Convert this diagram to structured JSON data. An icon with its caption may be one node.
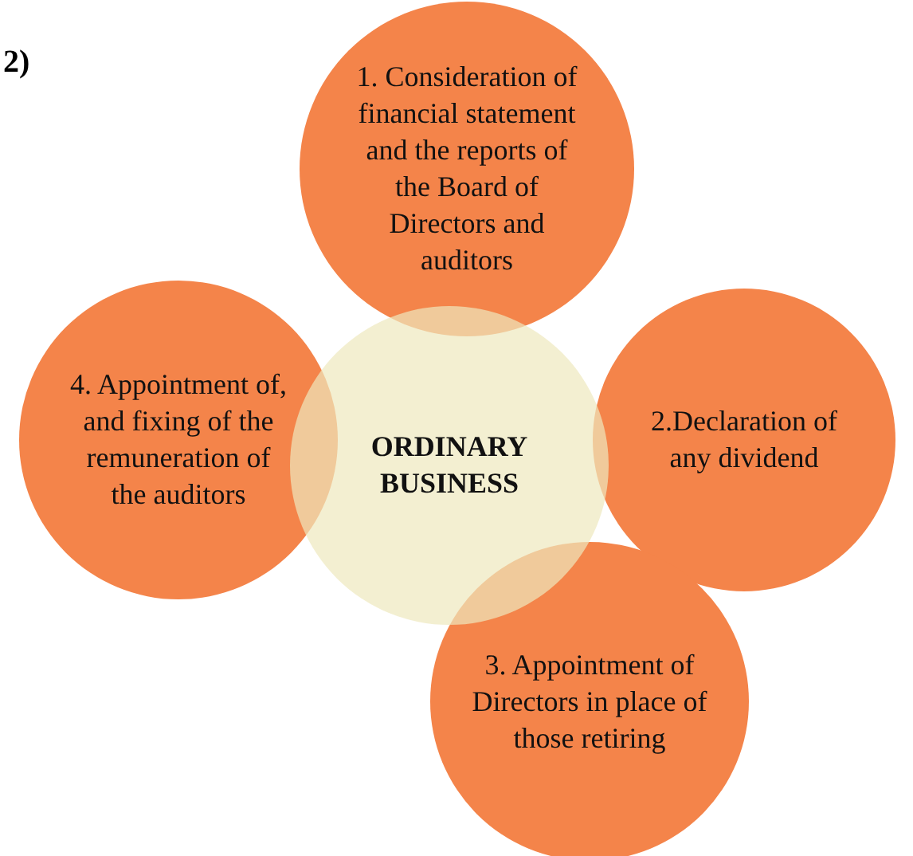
{
  "diagram": {
    "nodes": [
      {
        "text": [
          "ORDINARY BUSINESS"
        ]
      },
      {
        "text": [
          "1. Consideration of financial statement and the reports of the Board of Directors and auditors"
        ]
      },
      {
        "text": [
          "2.Declaration of any dividend"
        ]
      },
      {
        "text": [
          "3. Appointment of Directors in place of those retiring"
        ]
      },
      {
        "text": [
          "4. Appointment of, and fixing of the remuneration of the auditors"
        ]
      }
    ],
    "labels": [
      "2)"
    ]
  }
}
